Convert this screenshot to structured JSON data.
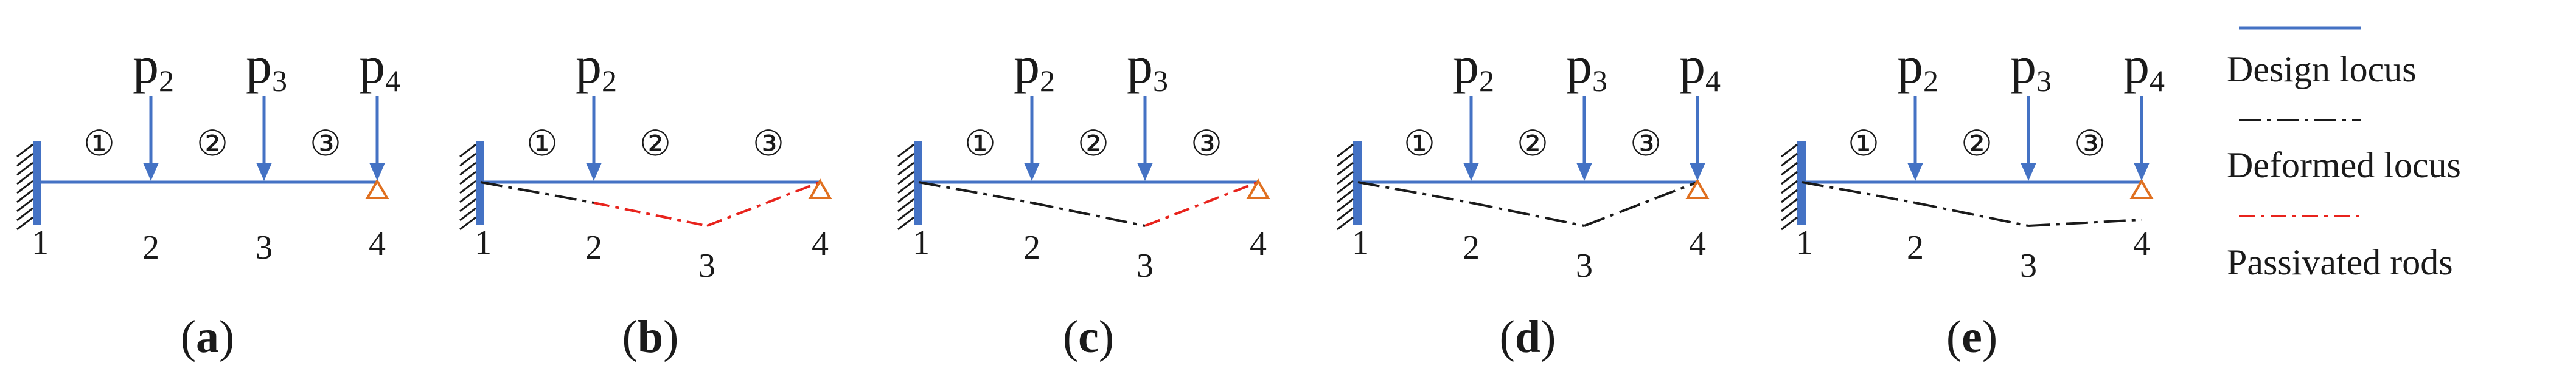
{
  "colors": {
    "design": "#4472C4",
    "deformed": "#1a1a1a",
    "passivated": "#E8231C",
    "support": "#E07020",
    "wall": "#4472C4"
  },
  "node_labels": [
    "1",
    "2",
    "3",
    "4"
  ],
  "rod_labels": [
    "①",
    "②",
    "③"
  ],
  "load_prefix": "p",
  "caption_open": "(",
  "caption_close": ")",
  "panels": [
    {
      "id": "a",
      "caption": "a",
      "loads": [
        "2",
        "3",
        "4"
      ],
      "deformed": [],
      "passivated": []
    },
    {
      "id": "b",
      "caption": "b",
      "loads": [
        "2"
      ],
      "deformed": [
        {
          "from": "1",
          "to": "2"
        }
      ],
      "passivated": [
        {
          "from": "2",
          "to": "3"
        },
        {
          "from": "3",
          "to": "4"
        }
      ]
    },
    {
      "id": "c",
      "caption": "c",
      "loads": [
        "2",
        "3"
      ],
      "deformed": [
        {
          "from": "1",
          "to": "2"
        },
        {
          "from": "2",
          "to": "3"
        }
      ],
      "passivated": [
        {
          "from": "3",
          "to": "4"
        }
      ]
    },
    {
      "id": "d",
      "caption": "d",
      "loads": [
        "2",
        "3",
        "4"
      ],
      "deformed": [
        {
          "from": "1",
          "to": "2"
        },
        {
          "from": "2",
          "to": "3"
        },
        {
          "from": "3",
          "to": "4"
        }
      ],
      "passivated": []
    },
    {
      "id": "e",
      "caption": "e",
      "loads": [
        "2",
        "3",
        "4"
      ],
      "deformed": [
        {
          "from": "1",
          "to": "2"
        },
        {
          "from": "2",
          "to": "3"
        },
        {
          "from": "3",
          "to": "4"
        }
      ],
      "passivated": []
    }
  ],
  "legend": [
    {
      "label": "Design locus",
      "style": "design"
    },
    {
      "label": "Deformed locus",
      "style": "deformed"
    },
    {
      "label": "Passivated rods",
      "style": "passivated"
    }
  ]
}
